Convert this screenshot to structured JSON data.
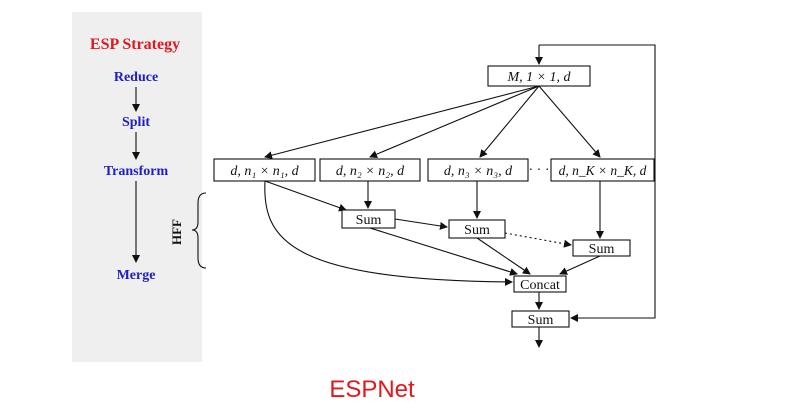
{
  "strategy": {
    "title": "ESP Strategy",
    "steps": [
      "Reduce",
      "Split",
      "Transform",
      "Merge"
    ],
    "hff_label": "HFF"
  },
  "nodes": {
    "reduce": "M, 1 × 1, d",
    "branch1": "d, n₁ × n₁, d",
    "branch2": "d, n₂ × n₂, d",
    "branch3": "d, n₃ × n₃, d",
    "ellipsis": "· · ·",
    "branchK": "d, n_K × n_K, d",
    "sum1": "Sum",
    "sum2": "Sum",
    "sumK": "Sum",
    "concat": "Concat",
    "sum_out": "Sum"
  },
  "caption": "ESPNet",
  "colors": {
    "title": "#e0191f",
    "steps": "#1e1ec8",
    "caption": "#e0191f",
    "panel": "#efefef",
    "line": "#111111"
  }
}
